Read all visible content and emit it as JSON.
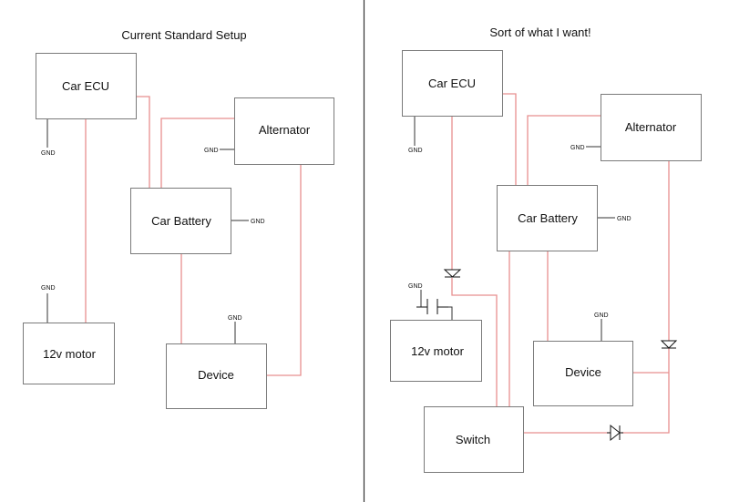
{
  "left": {
    "title": "Current Standard Setup",
    "car_ecu": "Car ECU",
    "alternator": "Alternator",
    "car_battery": "Car Battery",
    "motor": "12v motor",
    "device": "Device",
    "gnd_ecu": "GND",
    "gnd_alternator": "GND",
    "gnd_battery": "GND",
    "gnd_motor": "GND",
    "gnd_device": "GND"
  },
  "right": {
    "title": "Sort of what I want!",
    "car_ecu": "Car ECU",
    "alternator": "Alternator",
    "car_battery": "Car Battery",
    "motor": "12v motor",
    "device": "Device",
    "switch": "Switch",
    "gnd_ecu": "GND",
    "gnd_alternator": "GND",
    "gnd_battery": "GND",
    "gnd_motor": "GND",
    "gnd_device": "GND"
  },
  "colors": {
    "wire": "#e88f8f",
    "box_border": "#7a7a7a",
    "ground_line": "#333333"
  }
}
